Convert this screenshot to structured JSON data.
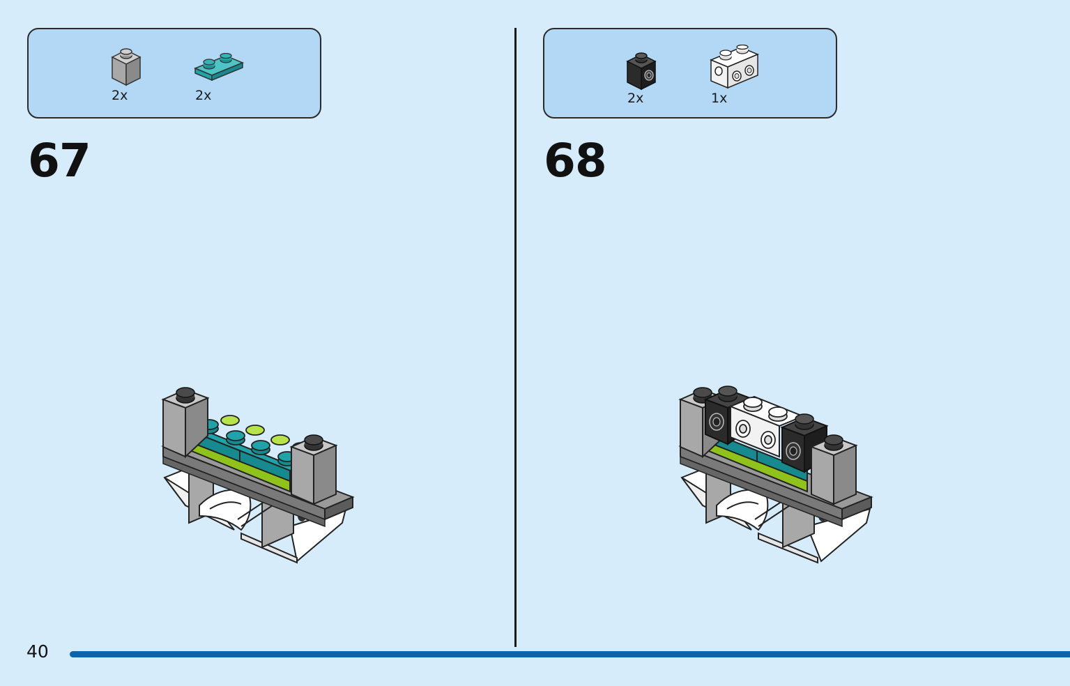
{
  "steps": [
    {
      "number": "67",
      "parts": [
        {
          "icon": "gray-brick-1x1-icon",
          "color": "#a8a8a8",
          "quantity": "2x"
        },
        {
          "icon": "teal-plate-1x2-icon",
          "color": "#1fa3a8",
          "quantity": "2x"
        }
      ]
    },
    {
      "number": "68",
      "parts": [
        {
          "icon": "black-brick-1x1-side-stud-icon",
          "color": "#2b2b2b",
          "quantity": "2x"
        },
        {
          "icon": "white-brick-1x2-side-studs-icon",
          "color": "#ffffff",
          "quantity": "1x"
        }
      ]
    }
  ],
  "page": {
    "number": "40"
  },
  "colors": {
    "background": "#d6ecfa",
    "parts_box": "#b3d8f5",
    "bar": "#0b64ad",
    "teal": "#1fa3a8",
    "lime": "#a7d930",
    "gray": "#a8a8a8"
  }
}
